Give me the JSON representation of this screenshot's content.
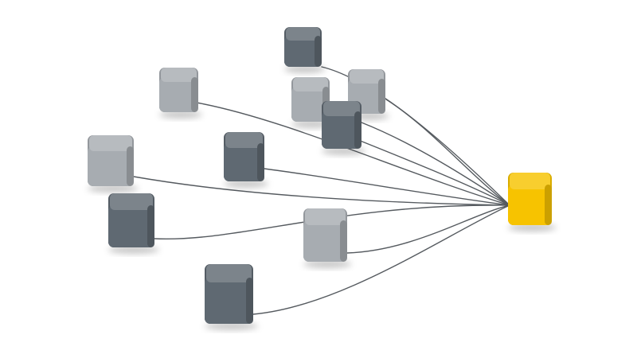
{
  "illustration": {
    "colors": {
      "background": "#ffffff",
      "hub": "#f7c300",
      "dark_node": "#5f6972",
      "light_node": "#a7acb1",
      "connector": "#555a5f"
    },
    "nodes": [
      {
        "name": "node-top-dark",
        "tone": "dark"
      },
      {
        "name": "node-upper-left-light",
        "tone": "light"
      },
      {
        "name": "node-upper-center-light",
        "tone": "light"
      },
      {
        "name": "node-upper-right-light",
        "tone": "light"
      },
      {
        "name": "node-upper-center-dark",
        "tone": "dark"
      },
      {
        "name": "node-middle-left-light",
        "tone": "light"
      },
      {
        "name": "node-middle-center-dark",
        "tone": "dark"
      },
      {
        "name": "node-lower-left-dark",
        "tone": "dark"
      },
      {
        "name": "node-lower-center-light",
        "tone": "light"
      },
      {
        "name": "node-bottom-dark",
        "tone": "dark"
      }
    ],
    "hub": {
      "name": "hub-node",
      "tone": "hub"
    }
  }
}
